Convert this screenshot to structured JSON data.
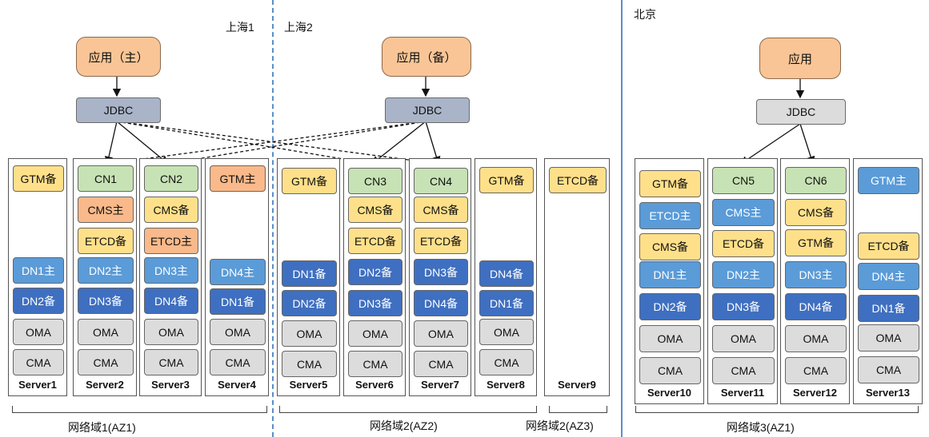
{
  "regions": {
    "shanghai1": "上海1",
    "shanghai2": "上海2",
    "beijing": "北京"
  },
  "apps": {
    "primary": "应用（主）",
    "standby": "应用（备）",
    "beijing": "应用"
  },
  "jdbc": "JDBC",
  "servers": [
    {
      "label": "Server1",
      "comps": [
        [
          "GTM备",
          "yellow"
        ],
        [
          "DN1主",
          "lblue"
        ],
        [
          "DN2备",
          "dblue"
        ],
        [
          "OMA",
          "gray"
        ],
        [
          "CMA",
          "gray"
        ]
      ]
    },
    {
      "label": "Server2",
      "comps": [
        [
          "CN1",
          "green"
        ],
        [
          "CMS主",
          "orange"
        ],
        [
          "ETCD备",
          "yellow"
        ],
        [
          "DN2主",
          "lblue"
        ],
        [
          "DN3备",
          "dblue"
        ],
        [
          "OMA",
          "gray"
        ],
        [
          "CMA",
          "gray"
        ]
      ]
    },
    {
      "label": "Server3",
      "comps": [
        [
          "CN2",
          "green"
        ],
        [
          "CMS备",
          "yellow"
        ],
        [
          "ETCD主",
          "orange"
        ],
        [
          "DN3主",
          "lblue"
        ],
        [
          "DN4备",
          "dblue"
        ],
        [
          "OMA",
          "gray"
        ],
        [
          "CMA",
          "gray"
        ]
      ]
    },
    {
      "label": "Server4",
      "comps": [
        [
          "GTM主",
          "orange"
        ],
        [
          "DN4主",
          "lblue"
        ],
        [
          "DN1备",
          "dblue"
        ],
        [
          "OMA",
          "gray"
        ],
        [
          "CMA",
          "gray"
        ]
      ]
    },
    {
      "label": "Server5",
      "comps": [
        [
          "GTM备",
          "yellow"
        ],
        [
          "DN1备",
          "dblue"
        ],
        [
          "DN2备",
          "dblue"
        ],
        [
          "OMA",
          "gray"
        ],
        [
          "CMA",
          "gray"
        ]
      ]
    },
    {
      "label": "Server6",
      "comps": [
        [
          "CN3",
          "green"
        ],
        [
          "CMS备",
          "yellow"
        ],
        [
          "ETCD备",
          "yellow"
        ],
        [
          "DN2备",
          "dblue"
        ],
        [
          "DN3备",
          "dblue"
        ],
        [
          "OMA",
          "gray"
        ],
        [
          "CMA",
          "gray"
        ]
      ]
    },
    {
      "label": "Server7",
      "comps": [
        [
          "CN4",
          "green"
        ],
        [
          "CMS备",
          "yellow"
        ],
        [
          "ETCD备",
          "yellow"
        ],
        [
          "DN3备",
          "dblue"
        ],
        [
          "DN4备",
          "dblue"
        ],
        [
          "OMA",
          "gray"
        ],
        [
          "CMA",
          "gray"
        ]
      ]
    },
    {
      "label": "Server8",
      "comps": [
        [
          "GTM备",
          "yellow"
        ],
        [
          "DN4备",
          "dblue"
        ],
        [
          "DN1备",
          "dblue"
        ],
        [
          "OMA",
          "gray"
        ],
        [
          "CMA",
          "gray"
        ]
      ]
    },
    {
      "label": "Server9",
      "comps": [
        [
          "ETCD备",
          "yellow"
        ]
      ]
    },
    {
      "label": "Server10",
      "comps": [
        [
          "GTM备",
          "yellow"
        ],
        [
          "ETCD主",
          "lblue"
        ],
        [
          "CMS备",
          "yellow"
        ],
        [
          "DN1主",
          "lblue"
        ],
        [
          "DN2备",
          "dblue"
        ],
        [
          "OMA",
          "gray"
        ],
        [
          "CMA",
          "gray"
        ]
      ]
    },
    {
      "label": "Server11",
      "comps": [
        [
          "CN5",
          "green"
        ],
        [
          "CMS主",
          "lblue"
        ],
        [
          "ETCD备",
          "yellow"
        ],
        [
          "DN2主",
          "lblue"
        ],
        [
          "DN3备",
          "dblue"
        ],
        [
          "OMA",
          "gray"
        ],
        [
          "CMA",
          "gray"
        ]
      ]
    },
    {
      "label": "Server12",
      "comps": [
        [
          "CN6",
          "green"
        ],
        [
          "CMS备",
          "yellow"
        ],
        [
          "GTM备",
          "yellow"
        ],
        [
          "DN3主",
          "lblue"
        ],
        [
          "DN4备",
          "dblue"
        ],
        [
          "OMA",
          "gray"
        ],
        [
          "CMA",
          "gray"
        ]
      ]
    },
    {
      "label": "Server13",
      "comps": [
        [
          "GTM主",
          "lblue"
        ],
        [
          "ETCD备",
          "yellow"
        ],
        [
          "DN4主",
          "lblue"
        ],
        [
          "DN1备",
          "dblue"
        ],
        [
          "OMA",
          "gray"
        ],
        [
          "CMA",
          "gray"
        ]
      ]
    }
  ],
  "zones": [
    "网络域1(AZ1)",
    "网络域2(AZ2)",
    "网络域2(AZ3)",
    "网络域3(AZ1)"
  ]
}
